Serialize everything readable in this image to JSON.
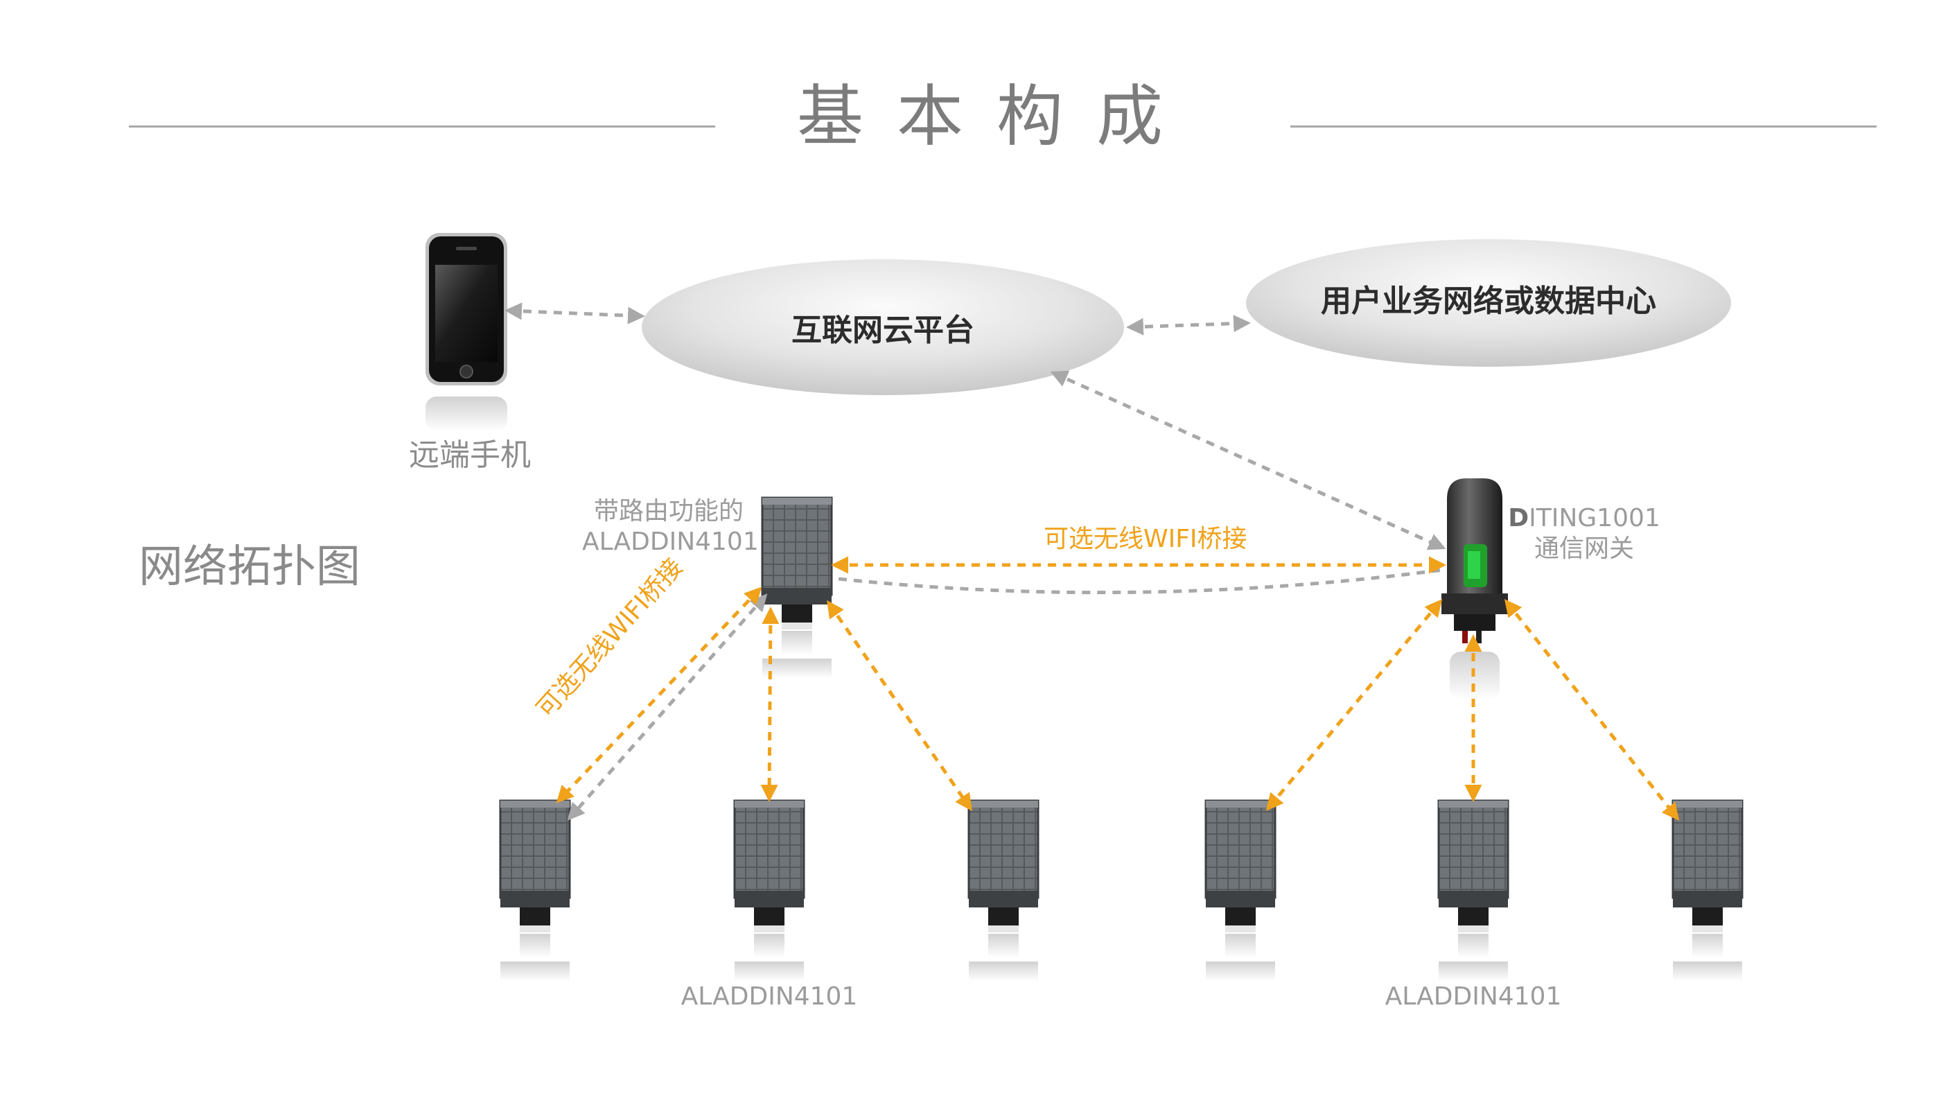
{
  "title": "基本构成",
  "section_label": "网络拓扑图",
  "nodes": {
    "phone": {
      "label": "远端手机"
    },
    "cloud": {
      "label": "互联网云平台"
    },
    "datacenter": {
      "label": "用户业务网络或数据中心"
    },
    "router_node": {
      "label_line1": "带路由功能的",
      "label_line2": "ALADDIN4101"
    },
    "gateway": {
      "label_line1_prefix": "D",
      "label_line1_rest": "ITING1001",
      "label_line2": "通信网关"
    },
    "group_left_label": "ALADDIN4101",
    "group_right_label": "ALADDIN4101"
  },
  "links": {
    "wifi_bridge_horizontal": "可选无线WIFI桥接",
    "wifi_bridge_diagonal": "可选无线WIFI桥接"
  },
  "colors": {
    "orange": "#f0a21a",
    "gray_link": "#a8a8a8",
    "text_gray": "#8c8c8c",
    "title_gray": "#7c7c7c"
  }
}
